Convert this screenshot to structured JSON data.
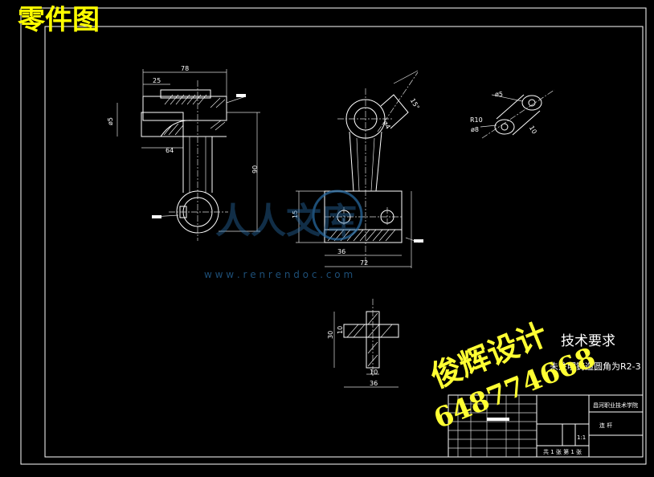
{
  "header": {
    "title": "零件图"
  },
  "watermark": {
    "brand": "人人文库",
    "url": "w w w . r e n r e n d o c . c o m"
  },
  "stamp": {
    "line1": "俊辉设计",
    "line2": "648774668"
  },
  "tech_requirements": {
    "heading": "技术要求",
    "note": "未注明铸造圆角为R2-3"
  },
  "title_block": {
    "school": "昌河职业技术学院",
    "part_name": "连 杆",
    "scale": "1:1",
    "sheet": "共 1 张 第 1 张"
  },
  "views": {
    "front": {
      "dims": {
        "width_top": "78",
        "width_mid": "25",
        "height_side": "ø5",
        "boss_len": "64",
        "length": "90"
      }
    },
    "side": {
      "dims": {
        "angle": "15°",
        "r_small": "ø4",
        "height": "15",
        "inner": "36",
        "outer": "72"
      }
    },
    "detail": {
      "dims": {
        "d1": "ø5",
        "r": "R10",
        "d2": "ø8",
        "d3": "10"
      }
    },
    "section": {
      "dims": {
        "h": "30",
        "t": "10",
        "b_in": "10",
        "b_out": "36"
      }
    }
  },
  "colors": {
    "background": "#000000",
    "lines": "#ffffff",
    "title": "#ffff00",
    "watermark": "#2a6fa8"
  }
}
